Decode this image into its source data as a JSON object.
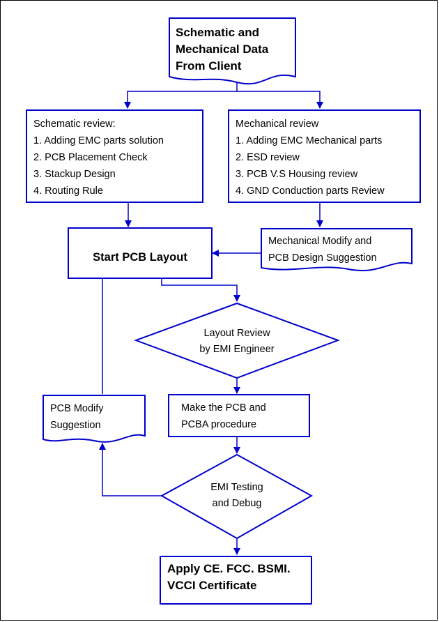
{
  "nodes": {
    "client_data": {
      "lines": [
        "Schematic and",
        "Mechanical Data",
        "From Client"
      ]
    },
    "schematic_review": {
      "lines": [
        "Schematic review:",
        "1. Adding EMC parts solution",
        "2. PCB Placement Check",
        "3. Stackup Design",
        "4. Routing Rule"
      ]
    },
    "mechanical_review": {
      "lines": [
        "Mechanical review",
        "1. Adding EMC Mechanical parts",
        "2. ESD review",
        "3. PCB V.S Housing review",
        "4. GND Conduction parts Review"
      ]
    },
    "start_layout": {
      "lines": [
        "Start PCB Layout"
      ]
    },
    "mech_modify": {
      "lines": [
        "Mechanical Modify and",
        "PCB Design Suggestion"
      ]
    },
    "layout_review": {
      "lines": [
        "Layout Review",
        "by EMI Engineer"
      ]
    },
    "pcb_modify": {
      "lines": [
        "PCB Modify",
        "Suggestion"
      ]
    },
    "make_pcb": {
      "lines": [
        "Make the PCB and",
        "PCBA procedure"
      ]
    },
    "emi_testing": {
      "lines": [
        "EMI Testing",
        "and Debug"
      ]
    },
    "certificate": {
      "lines": [
        "Apply CE. FCC. BSMI.",
        "VCCI Certificate"
      ]
    }
  },
  "edges": [
    {
      "from": "client_data",
      "to": "schematic_review"
    },
    {
      "from": "client_data",
      "to": "mechanical_review"
    },
    {
      "from": "schematic_review",
      "to": "start_layout"
    },
    {
      "from": "mechanical_review",
      "to": "mech_modify"
    },
    {
      "from": "mech_modify",
      "to": "start_layout"
    },
    {
      "from": "start_layout",
      "to": "layout_review"
    },
    {
      "from": "layout_review",
      "to": "make_pcb"
    },
    {
      "from": "make_pcb",
      "to": "emi_testing"
    },
    {
      "from": "emi_testing",
      "to": "pcb_modify"
    },
    {
      "from": "pcb_modify",
      "to": "start_layout"
    },
    {
      "from": "emi_testing",
      "to": "certificate"
    }
  ],
  "colors": {
    "stroke": "#0000cc",
    "text": "#000000",
    "background": "#ffffff"
  }
}
